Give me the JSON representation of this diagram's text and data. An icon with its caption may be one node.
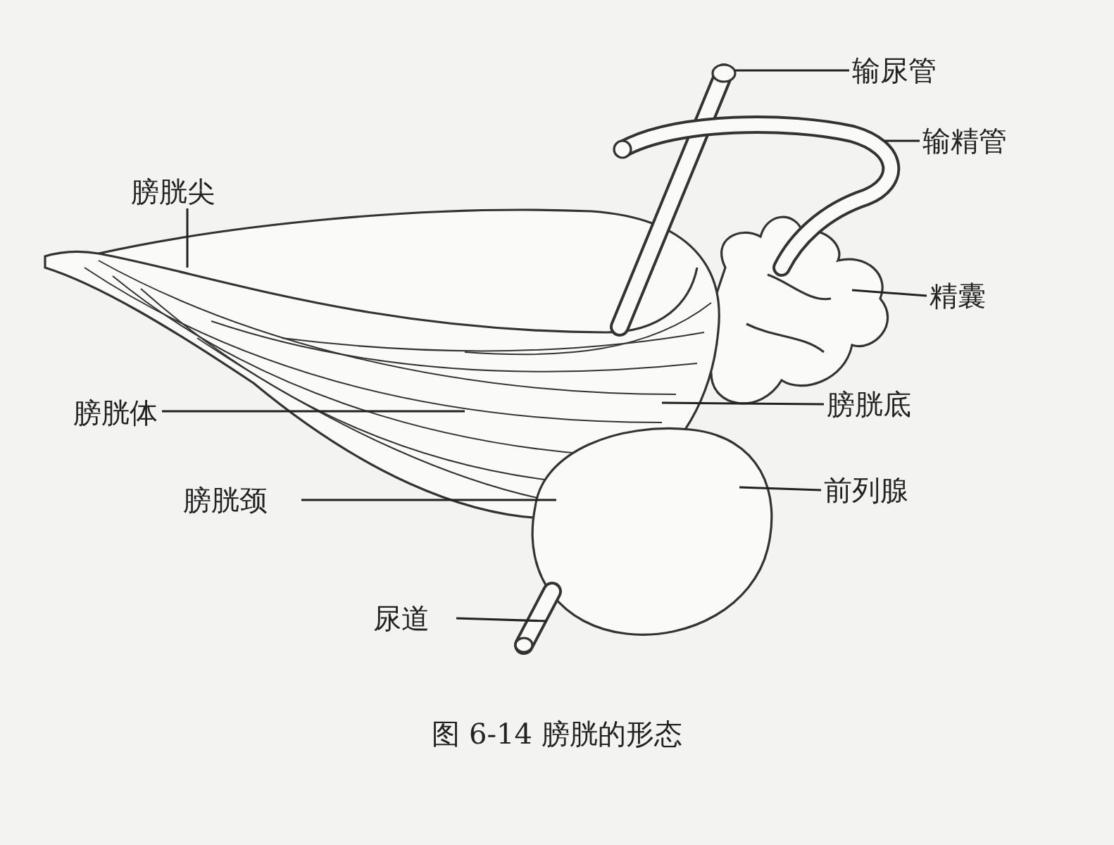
{
  "diagram": {
    "caption": "图 6-14 膀胱的形态",
    "nodes": [
      {
        "text": [
          "膀胱尖"
        ]
      },
      {
        "text": [
          "输尿管"
        ]
      },
      {
        "text": [
          "输精管"
        ]
      },
      {
        "text": [
          "精囊"
        ]
      },
      {
        "text": [
          "膀胱体"
        ]
      },
      {
        "text": [
          "膀胱底"
        ]
      },
      {
        "text": [
          "前列腺"
        ]
      },
      {
        "text": [
          "膀胱颈"
        ]
      },
      {
        "text": [
          "尿道"
        ]
      }
    ],
    "edges": [
      {
        "from": 0,
        "to": null,
        "arrow": "none"
      },
      {
        "from": 1,
        "to": null,
        "arrow": "none"
      },
      {
        "from": 2,
        "to": null,
        "arrow": "none"
      },
      {
        "from": 3,
        "to": null,
        "arrow": "none"
      },
      {
        "from": 4,
        "to": null,
        "arrow": "none"
      },
      {
        "from": 5,
        "to": null,
        "arrow": "none"
      },
      {
        "from": 6,
        "to": null,
        "arrow": "none"
      },
      {
        "from": 7,
        "to": null,
        "arrow": "none"
      },
      {
        "from": 8,
        "to": null,
        "arrow": "none"
      }
    ]
  }
}
